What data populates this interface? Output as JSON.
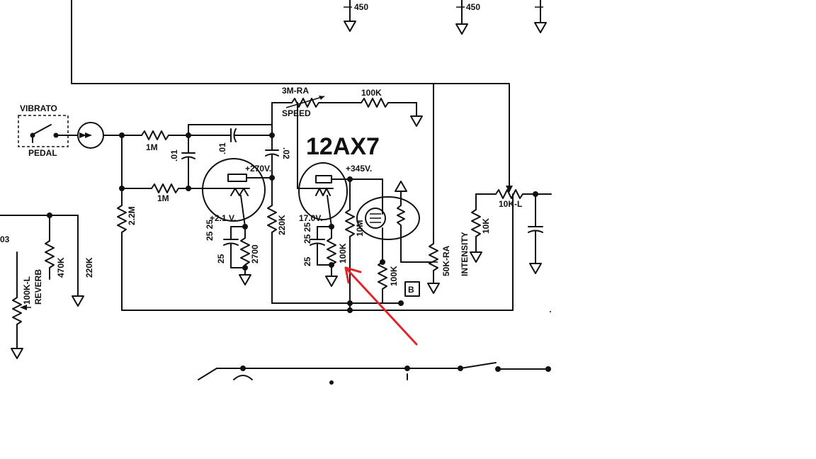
{
  "schematic": {
    "tube_label": "12AX7",
    "labels": {
      "vibrato": "VIBRATO",
      "pedal": "PEDAL",
      "r_1m_a": "1M",
      "r_1m_b": "1M",
      "c_01_a": ".01",
      "c_01_b": ".01",
      "c_02": ".02",
      "r_2_2m": "2.2M",
      "v_270": "+270V.",
      "r_220k_mid": "220K",
      "v_2_1": "+2.1 V.",
      "c_25_25": "25 25",
      "c_25_left": "25",
      "r_2700": "2700",
      "r_3m_ra": "3M-RA",
      "speed": "SPEED",
      "r_100k_top": "100K",
      "v_345": "+345V.",
      "v_17": "17.0V.",
      "c_25_25b": "25 25",
      "c_25_left_b": "25",
      "r_100k_cath": "100K",
      "r_10m": "10M",
      "r_100k_plate": "100K",
      "box_b": "B",
      "r_50k_ra": "50K-RA",
      "intensity": "INTENSITY",
      "r_10k": "10K",
      "r_10k_l": "10K-L",
      "r_100k_l": "100K-L",
      "reverb": "REVERB",
      "r_470k": "470K",
      "r_220k_left": "220K",
      "v_450_a": "450",
      "v_450_b": "450",
      "fragment_03": "03"
    }
  },
  "colors": {
    "ink": "#111111",
    "annotation_arrow": "#e0262a",
    "background": "#ffffff"
  }
}
